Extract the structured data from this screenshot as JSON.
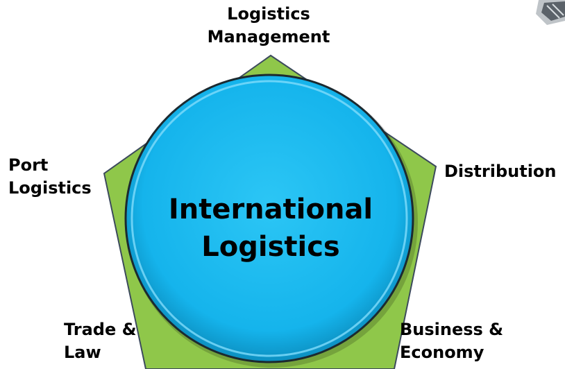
{
  "center": {
    "line1": "International",
    "line2": "Logistics"
  },
  "nodes": {
    "top": {
      "line1": "Logistics",
      "line2": "Management"
    },
    "right": {
      "line1": "Distribution"
    },
    "left": {
      "line1": "Port",
      "line2": "Logistics"
    },
    "bottom_left": {
      "line1": "Trade &",
      "line2": "Law"
    },
    "bottom_right": {
      "line1": "Business &",
      "line2": "Economy"
    }
  },
  "colors": {
    "pentagon_fill": "#8fc74a",
    "pentagon_stroke": "#3c4a5c",
    "circle_fill": "#1cbcf0",
    "circle_highlight": "#7fdcfb",
    "circle_stroke": "#1c2a30"
  }
}
